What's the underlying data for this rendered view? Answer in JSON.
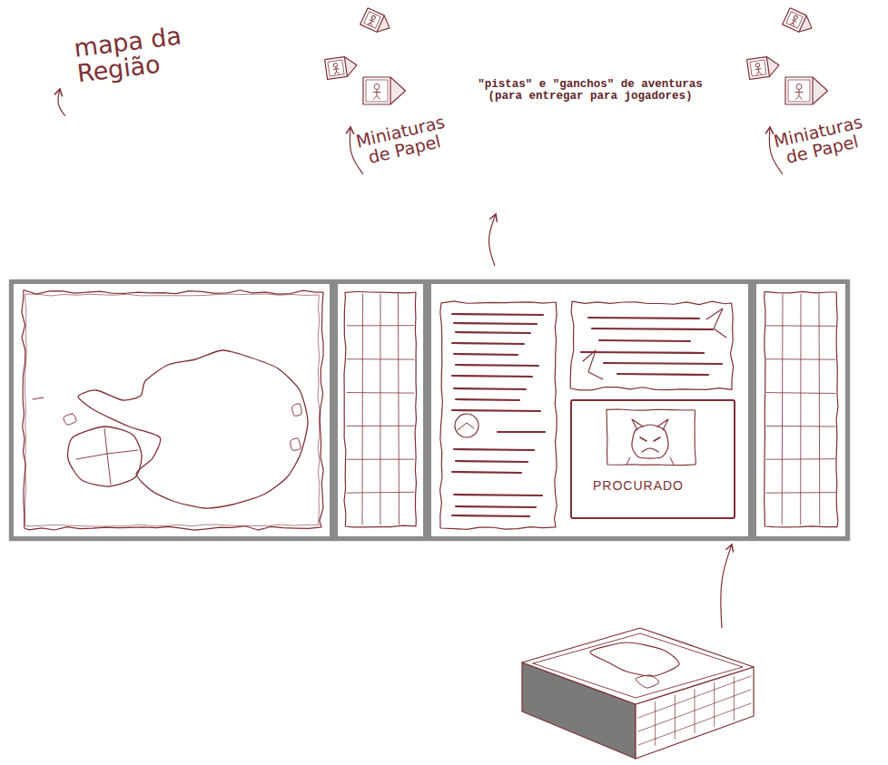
{
  "diagram": {
    "nodes": [
      {
        "text": [
          "mapa da Região"
        ]
      },
      {
        "text": [
          "Miniaturas de Papel"
        ]
      },
      {
        "text": [
          "\"pistas\" e \"ganchos\" de aventuras (para entregar para jogadores)"
        ]
      },
      {
        "text": [
          "Miniaturas de Papel"
        ]
      },
      {
        "text": [
          "PROCURADO"
        ],
        "in": 2
      }
    ]
  }
}
